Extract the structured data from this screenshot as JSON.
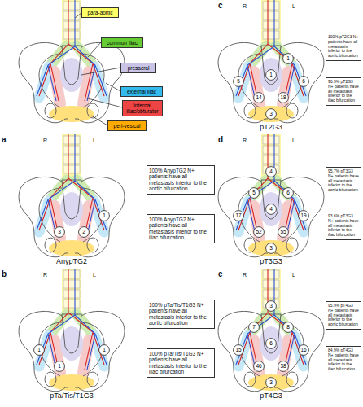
{
  "diagram": {
    "nodes": [
      {
        "text": [
          "1"
        ]
      },
      {
        "text": [
          "5"
        ]
      },
      {
        "text": [
          "1"
        ]
      },
      {
        "text": [
          "6"
        ]
      },
      {
        "text": [
          "14"
        ]
      },
      {
        "text": [
          "18"
        ]
      },
      {
        "text": [
          "3"
        ]
      },
      {
        "text": [
          "100% pT2G3 N+ patients have all metastasis inferior to the aortic bifurcation"
        ]
      },
      {
        "text": [
          "96.9% pT2G3 N+ patients have all metastasis inferior to the iliac bifurcation"
        ]
      },
      {
        "text": [
          "1"
        ]
      },
      {
        "text": [
          "3"
        ]
      },
      {
        "text": [
          "2"
        ]
      },
      {
        "text": [
          "100% AnypTG2 N+ patients have all metastasis inferior to the aortic bifurcation"
        ]
      },
      {
        "text": [
          "100% AnypTG2 N+ patients have all metastasis inferior to the iliac bifurcation"
        ]
      },
      {
        "text": [
          "4"
        ]
      },
      {
        "text": [
          "5"
        ]
      },
      {
        "text": [
          "6"
        ]
      },
      {
        "text": [
          "17"
        ]
      },
      {
        "text": [
          "4"
        ]
      },
      {
        "text": [
          "19"
        ]
      },
      {
        "text": [
          "52"
        ]
      },
      {
        "text": [
          "55"
        ]
      },
      {
        "text": [
          "3"
        ]
      },
      {
        "text": [
          "95.7% pT3G3 N+ patients have all metastasis inferior to the aortic bifurcation"
        ]
      },
      {
        "text": [
          "93.6% pT3G3 N+ patients have all metastasis inferior to the iliac bifurcation"
        ]
      },
      {
        "text": [
          "1"
        ]
      },
      {
        "text": [
          "1"
        ]
      },
      {
        "text": [
          "1"
        ]
      },
      {
        "text": [
          "100% pTa/Tis/T1G3 N+ patients have all metastasis inferior to the aortic bifurcation"
        ]
      },
      {
        "text": [
          "100% pTa/Tis/T1G3 N+ patients have all metastasis inferior to the iliac bifurcation"
        ]
      },
      {
        "text": [
          "3"
        ]
      },
      {
        "text": [
          "7"
        ]
      },
      {
        "text": [
          "8"
        ]
      },
      {
        "text": [
          "15"
        ]
      },
      {
        "text": [
          "6"
        ]
      },
      {
        "text": [
          "16"
        ]
      },
      {
        "text": [
          "46"
        ]
      },
      {
        "text": [
          "38"
        ]
      },
      {
        "text": [
          "3"
        ]
      },
      {
        "text": [
          "95.9% pT4G3 N+ patients have all metastasis inferior to the aortic bifurcation"
        ]
      },
      {
        "text": [
          "84.9% pT4G3 N+ patients have all metastasis inferior to the iliac bifurcation"
        ]
      }
    ],
    "labels": [
      "c",
      "R",
      "L",
      "pT2G3",
      "a",
      "R",
      "L",
      "AnypTG2",
      "d",
      "R",
      "L",
      "pT3G3",
      "b",
      "R",
      "L",
      "pTa/Tis/T1G3",
      "e",
      "R",
      "L",
      "pT4G3"
    ],
    "legend": [
      {
        "text": "para-aortic",
        "color": "#ffff66"
      },
      {
        "text": "common iliac",
        "color": "#66cc33"
      },
      {
        "text": "presacral",
        "color": "#c9c3e6"
      },
      {
        "text": "external iliac",
        "color": "#33bbee"
      },
      {
        "text": "internal iliac/obturator",
        "color": "#ee4444"
      },
      {
        "text": "peri-vesical",
        "color": "#ffaa00"
      }
    ]
  }
}
